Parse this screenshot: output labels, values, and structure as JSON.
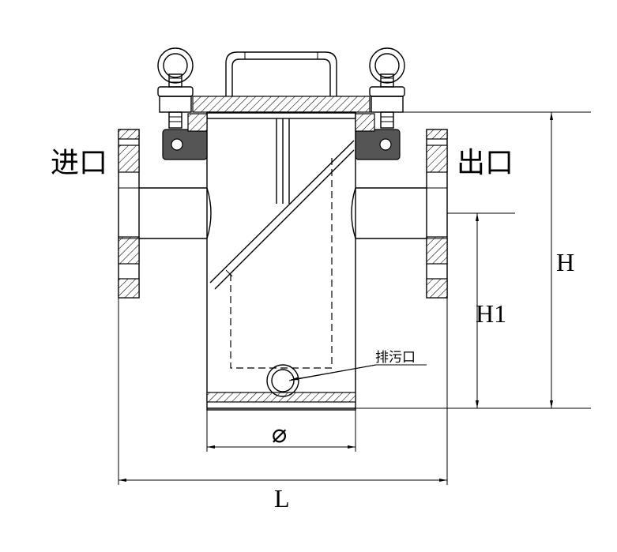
{
  "labels": {
    "inlet": "进口",
    "outlet": "出口",
    "drain": "排污口"
  },
  "dimensions": {
    "height": "H",
    "outlet_height": "H1",
    "diameter": "⌀",
    "length": "L"
  }
}
